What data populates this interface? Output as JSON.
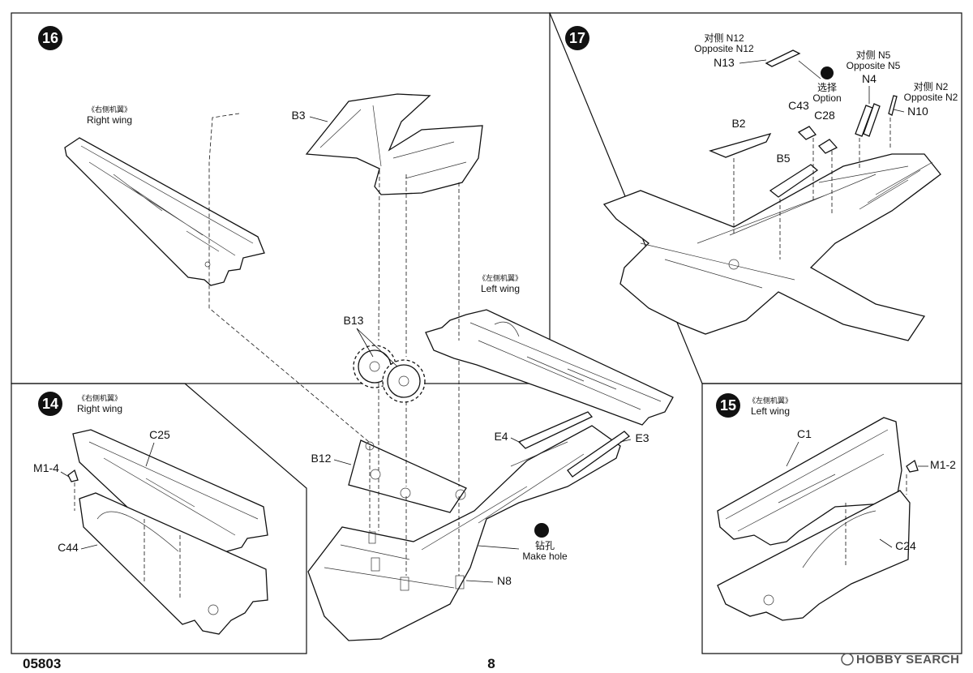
{
  "steps": {
    "s16": {
      "number": "16",
      "right_wing": {
        "cn": "《右侧机翼》",
        "en": "Right wing"
      },
      "left_wing": {
        "cn": "《左侧机翼》",
        "en": "Left wing"
      },
      "parts": {
        "b3": "B3",
        "b13": "B13",
        "b12": "B12",
        "e4": "E4",
        "e3": "E3",
        "n8": "N8"
      },
      "make_hole": {
        "icon": "T",
        "cn": "钻孔",
        "en": "Make hole"
      }
    },
    "s17": {
      "number": "17",
      "parts": {
        "n12_cn": "对侧 N12",
        "n12_en": "Opposite N12",
        "n13": "N13",
        "n5_cn": "对侧 N5",
        "n5_en": "Opposite N5",
        "n4": "N4",
        "n2_cn": "对侧 N2",
        "n2_en": "Opposite N2",
        "n10": "N10",
        "option_icon": "?",
        "option_cn": "选择",
        "option_en": "Option",
        "c43": "C43",
        "c28": "C28",
        "b2": "B2",
        "b5": "B5"
      }
    },
    "s14": {
      "number": "14",
      "right_wing": {
        "cn": "《右侧机翼》",
        "en": "Right wing"
      },
      "parts": {
        "c25": "C25",
        "m1_4": "M1-4",
        "c44": "C44"
      }
    },
    "s15": {
      "number": "15",
      "left_wing": {
        "cn": "《左侧机翼》",
        "en": "Left wing"
      },
      "parts": {
        "c1": "C1",
        "m1_2": "M1-2",
        "c24": "C24"
      }
    }
  },
  "footer": {
    "code": "05803",
    "page": "8",
    "watermark": "HOBBY SEARCH"
  }
}
